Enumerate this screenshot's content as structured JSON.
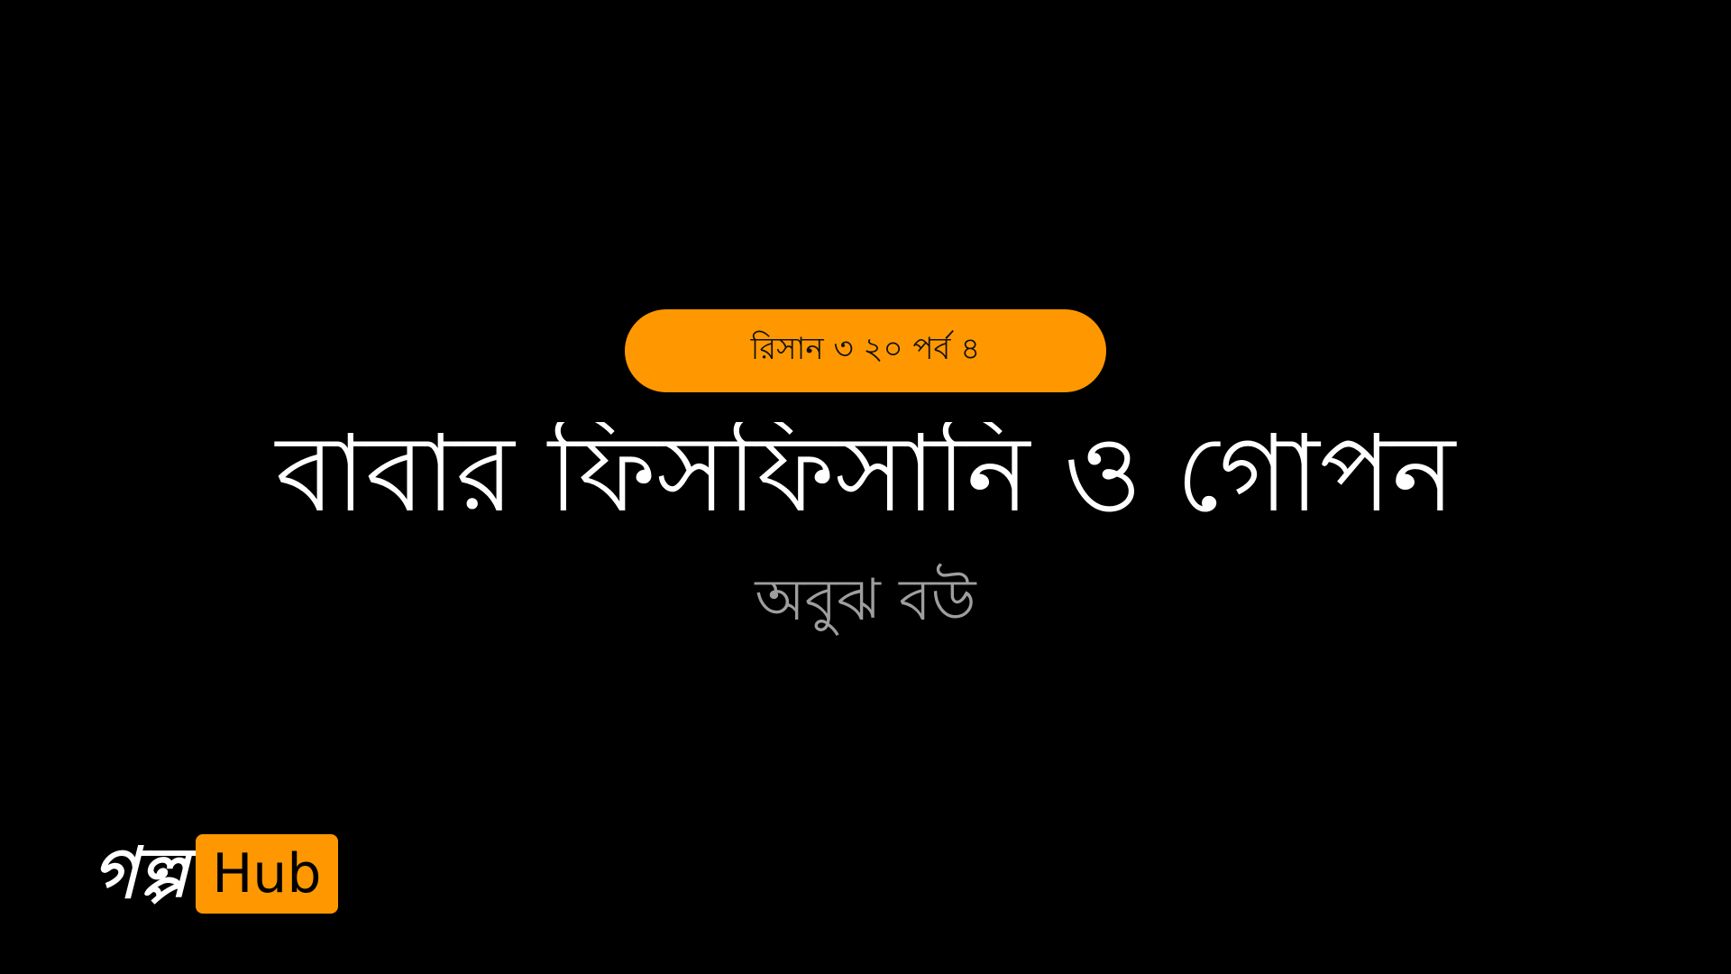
{
  "badge": {
    "text": "রিসান ৩ ২০ পর্ব ৪"
  },
  "title": {
    "text": "বাবার ফিসফিসানি ও গোপন"
  },
  "subtitle": {
    "text": "অবুঝ বউ"
  },
  "logo": {
    "left_text": "গল্প",
    "hub_text": "Hub",
    "accent_color": "#ff9800"
  },
  "colors": {
    "background": "#000000",
    "accent": "#ff9800",
    "title": "#ffffff",
    "subtitle": "#9e9e9e"
  }
}
